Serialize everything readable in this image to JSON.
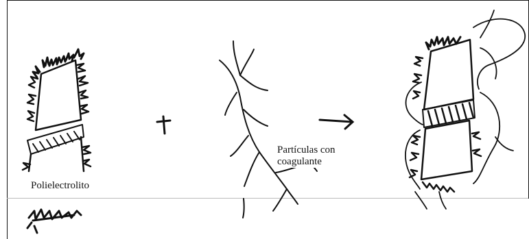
{
  "labels": {
    "polyelectrolyte": "Polielectrolito",
    "particles_line1": "Partículas con",
    "particles_line2": "coagulante"
  },
  "operators": {
    "plus": "+",
    "arrow": "→"
  },
  "colors": {
    "ink": "#111111",
    "background": "#ffffff"
  }
}
